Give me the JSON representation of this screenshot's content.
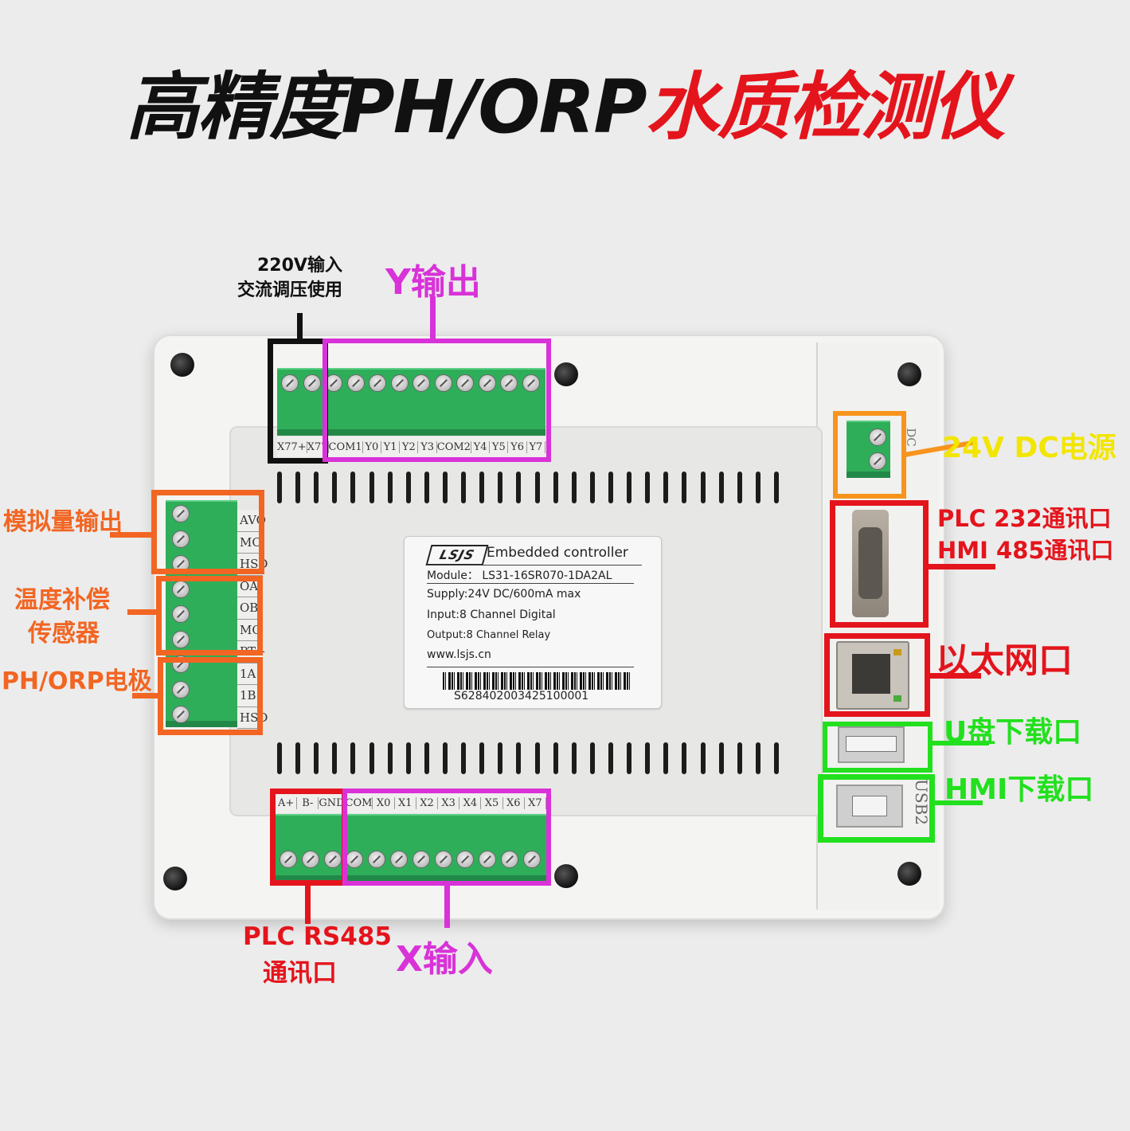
{
  "title": {
    "part1": "高精度PH/ORP",
    "part2": "水质检测仪"
  },
  "colors": {
    "black": "#111111",
    "red": "#e4141c",
    "magenta": "#d832d8",
    "orange": "#f26522",
    "amber": "#f7941d",
    "yellow": "#f2e500",
    "green": "#22e01e",
    "terminal_green": "#2fae5a"
  },
  "annotations": {
    "ac_input_line1": "220V输入",
    "ac_input_line2": "交流调压使用",
    "y_output": "Y输出",
    "dc_power": "24V DC电源",
    "plc232_line1": "PLC 232通讯口",
    "plc232_line2": "HMI 485通讯口",
    "ethernet": "以太网口",
    "u_disk": "U盘下载口",
    "hmi_download": "HMI下载口",
    "analog_output": "模拟量输出",
    "temp_comp_line1": "温度补偿",
    "temp_comp_line2": "传感器",
    "ph_orp": "PH/ORP电极",
    "plc485_line1": "PLC RS485",
    "plc485_line2": "通讯口",
    "x_input": "X输入"
  },
  "top_terminal_labels": [
    "X77+",
    "X77",
    "COM1",
    "Y0",
    "Y1",
    "Y2",
    "Y3",
    "COM2",
    "Y4",
    "Y5",
    "Y6",
    "Y7"
  ],
  "bottom_terminal_labels": [
    "A+",
    "B-",
    "GND",
    "COM",
    "X0",
    "X1",
    "X2",
    "X3",
    "X4",
    "X5",
    "X6",
    "X7"
  ],
  "left_terminal_labels": [
    "AVO",
    "MO",
    "HSD",
    "OA",
    "OB",
    "MO",
    "PT+",
    "1A",
    "1B",
    "HSD"
  ],
  "right_port_labels": {
    "dc": "DC",
    "usb2": "USB2"
  },
  "sticker": {
    "logo": "LSJS",
    "product": "Embedded controller",
    "module": "Module： LS31-16SR070-1DA2AL",
    "supply": "Supply:24V  DC/600mA max",
    "input": "Input:8 Channel Digital",
    "output": "Output:8 Channel Relay",
    "website": "www.lsjs.cn",
    "serial": "S628402003425100001"
  },
  "icons": [
    "screw-icon",
    "db9-port-icon",
    "rj45-port-icon",
    "usb-a-port-icon",
    "usb-b-port-icon"
  ]
}
